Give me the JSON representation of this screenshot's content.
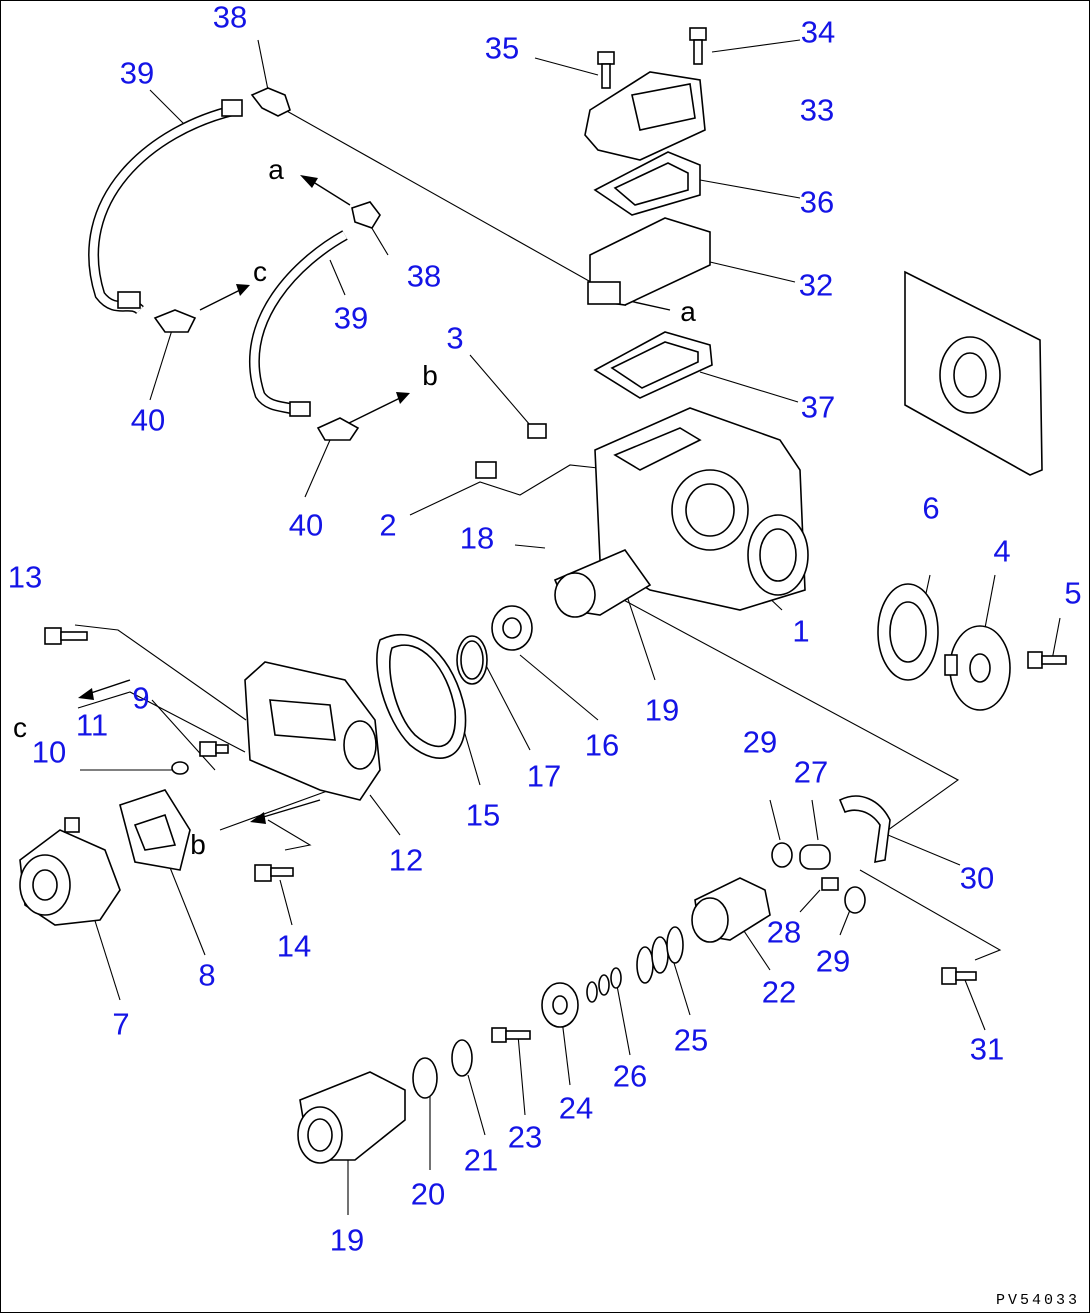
{
  "colors": {
    "callout": "#1414e6",
    "line": "#000000",
    "background": "#ffffff"
  },
  "callouts": [
    {
      "id": "c38a",
      "text": "38"
    },
    {
      "id": "c39a",
      "text": "39"
    },
    {
      "id": "c35",
      "text": "35"
    },
    {
      "id": "c34",
      "text": "34"
    },
    {
      "id": "c33",
      "text": "33"
    },
    {
      "id": "c36",
      "text": "36"
    },
    {
      "id": "c38b",
      "text": "38"
    },
    {
      "id": "c32",
      "text": "32"
    },
    {
      "id": "c39b",
      "text": "39"
    },
    {
      "id": "c40a",
      "text": "40"
    },
    {
      "id": "c3",
      "text": "3"
    },
    {
      "id": "c37",
      "text": "37"
    },
    {
      "id": "c2",
      "text": "2"
    },
    {
      "id": "c40b",
      "text": "40"
    },
    {
      "id": "c18",
      "text": "18"
    },
    {
      "id": "c6",
      "text": "6"
    },
    {
      "id": "c4",
      "text": "4"
    },
    {
      "id": "c5",
      "text": "5"
    },
    {
      "id": "c13",
      "text": "13"
    },
    {
      "id": "c1",
      "text": "1"
    },
    {
      "id": "c9",
      "text": "9"
    },
    {
      "id": "c11",
      "text": "11"
    },
    {
      "id": "c10",
      "text": "10"
    },
    {
      "id": "c19a",
      "text": "19"
    },
    {
      "id": "c16",
      "text": "16"
    },
    {
      "id": "c17",
      "text": "17"
    },
    {
      "id": "c29a",
      "text": "29"
    },
    {
      "id": "c27",
      "text": "27"
    },
    {
      "id": "c15",
      "text": "15"
    },
    {
      "id": "c12",
      "text": "12"
    },
    {
      "id": "c30",
      "text": "30"
    },
    {
      "id": "c28",
      "text": "28"
    },
    {
      "id": "c29b",
      "text": "29"
    },
    {
      "id": "c14",
      "text": "14"
    },
    {
      "id": "c8",
      "text": "8"
    },
    {
      "id": "c22",
      "text": "22"
    },
    {
      "id": "c7",
      "text": "7"
    },
    {
      "id": "c25",
      "text": "25"
    },
    {
      "id": "c31",
      "text": "31"
    },
    {
      "id": "c26",
      "text": "26"
    },
    {
      "id": "c24",
      "text": "24"
    },
    {
      "id": "c23",
      "text": "23"
    },
    {
      "id": "c21",
      "text": "21"
    },
    {
      "id": "c20",
      "text": "20"
    },
    {
      "id": "c19b",
      "text": "19"
    }
  ],
  "connection_letters": [
    {
      "id": "la1",
      "text": "a"
    },
    {
      "id": "lc1",
      "text": "c"
    },
    {
      "id": "la2",
      "text": "a"
    },
    {
      "id": "lb1",
      "text": "b"
    },
    {
      "id": "lc2",
      "text": "c"
    },
    {
      "id": "lb2",
      "text": "b"
    }
  ],
  "drawing_code": "PV54033"
}
